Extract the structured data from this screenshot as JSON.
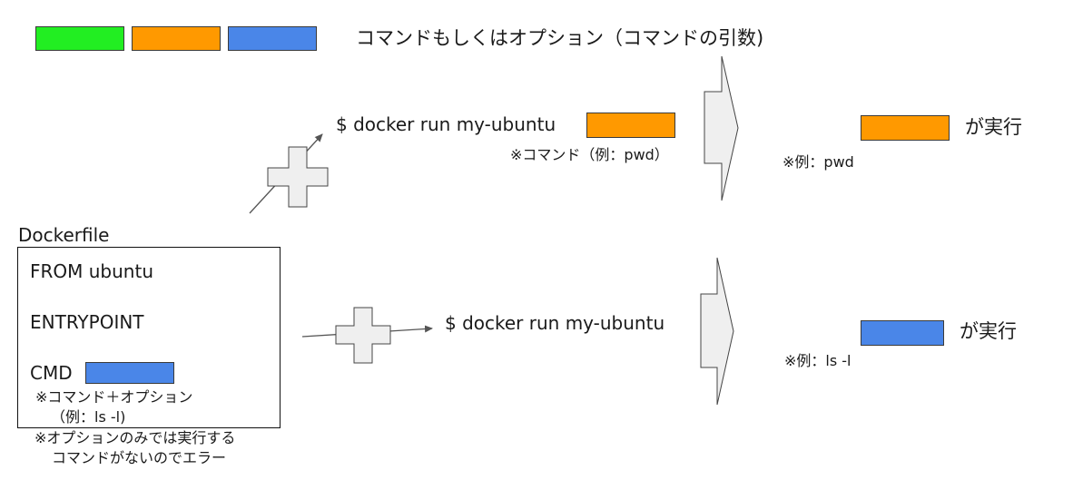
{
  "colors": {
    "green": "#22ee22",
    "orange": "#ff9900",
    "blue": "#4a86e8",
    "shape_fill": "#efefef",
    "shape_stroke": "#444444"
  },
  "legend": {
    "text": "コマンドもしくはオプション（コマンドの引数)"
  },
  "top_flow": {
    "command": "$ docker run my-ubuntu",
    "arg_note": "※コマンド（例：pwd）",
    "result_label": "が実行",
    "result_note": "※例：pwd"
  },
  "bottom_flow": {
    "command": "$ docker run my-ubuntu",
    "result_label": "が実行",
    "result_note": "※例：ls -l"
  },
  "dockerfile": {
    "title": "Dockerfile",
    "line_from": "FROM ubuntu",
    "line_entrypoint": "ENTRYPOINT",
    "line_cmd": "CMD",
    "cmd_note_1": "※コマンド＋オプション",
    "cmd_note_2": "（例：ls -l)",
    "error_note_1": "※オプションのみでは実行する",
    "error_note_2": "コマンドがないのでエラー"
  }
}
